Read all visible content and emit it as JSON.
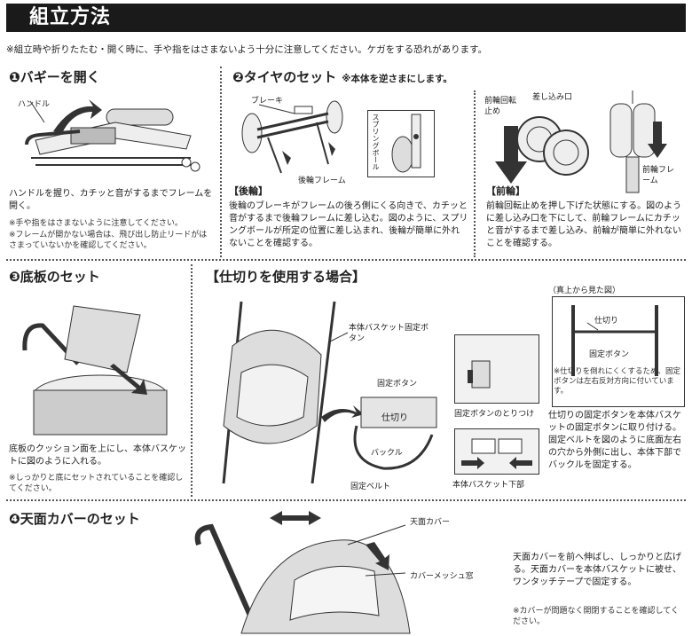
{
  "title": "組立方法",
  "warning": "※組立時や折りたたむ・開く時に、手や指をはさまないよう十分に注意してください。ケガをする恐れがあります。",
  "s1": {
    "heading": "❶バギーを開く",
    "label_handle": "ハンドル",
    "body": "ハンドルを握り、カチッと音がするまでフレームを開く。",
    "notes": [
      "※手や指をはさまないように注意してください。",
      "※フレームが開かない場合は、飛び出し防止リードがはさまっていないかを確認してください。"
    ]
  },
  "s2": {
    "heading": "❷タイヤのセット",
    "heading_note": "※本体を逆さまにします。",
    "label_brake": "ブレーキ",
    "label_spring": "スプリングボール",
    "label_rear_frame": "後輪フレーム",
    "rear_title": "【後輪】",
    "rear_body": "後輪のブレーキがフレームの後ろ側にくる向きで、カチッと音がするまで後輪フレームに差し込む。図のように、スプリングボールが所定の位置に差し込まれ、後輪が簡単に外れないことを確認する。",
    "label_front_lock": "前輪回転止め",
    "label_insert": "差し込み口",
    "label_front_frame": "前輪フレーム",
    "front_title": "【前輪】",
    "front_body": "前輪回転止めを押し下げた状態にする。図のように差し込み口を下にして、前輪フレームにカチッと音がするまで差し込み、前輪が簡単に外れないことを確認する。"
  },
  "s3": {
    "heading": "❸底板のセット",
    "body": "底板のクッション面を上にし、本体バスケットに図のように入れる。",
    "note": "※しっかりと底にセットされていることを確認してください。"
  },
  "divider": {
    "heading": "【仕切りを使用する場合】",
    "label_basket_button": "本体バスケット固定ボタン",
    "label_fix_button": "固定ボタン",
    "label_divider": "仕切り",
    "label_buckle": "バックル",
    "label_belt": "固定ベルト",
    "label_top_view": "（真上から見た図）",
    "tv_divider": "仕切り",
    "tv_button": "固定ボタン",
    "tv_note": "※仕切りを倒れにくくするため、固定ボタンは左右反対方向に付いています。",
    "label_attach": "固定ボタンのとりつけ",
    "label_bottom": "本体バスケット下部",
    "body": "仕切りの固定ボタンを本体バスケットの固定ボタンに取り付ける。固定ベルトを図のように底面左右の穴から外側に出し、本体下部でバックルを固定する。"
  },
  "s4": {
    "heading": "❹天面カバーのセット",
    "label_cover": "天面カバー",
    "label_mesh": "カバーメッシュ窓",
    "body": "天面カバーを前へ伸ばし、しっかりと広げる。天面カバーを本体バスケットに被せ、ワンタッチテープで固定する。",
    "note": "※カバーが問題なく開閉することを確認してください。"
  }
}
